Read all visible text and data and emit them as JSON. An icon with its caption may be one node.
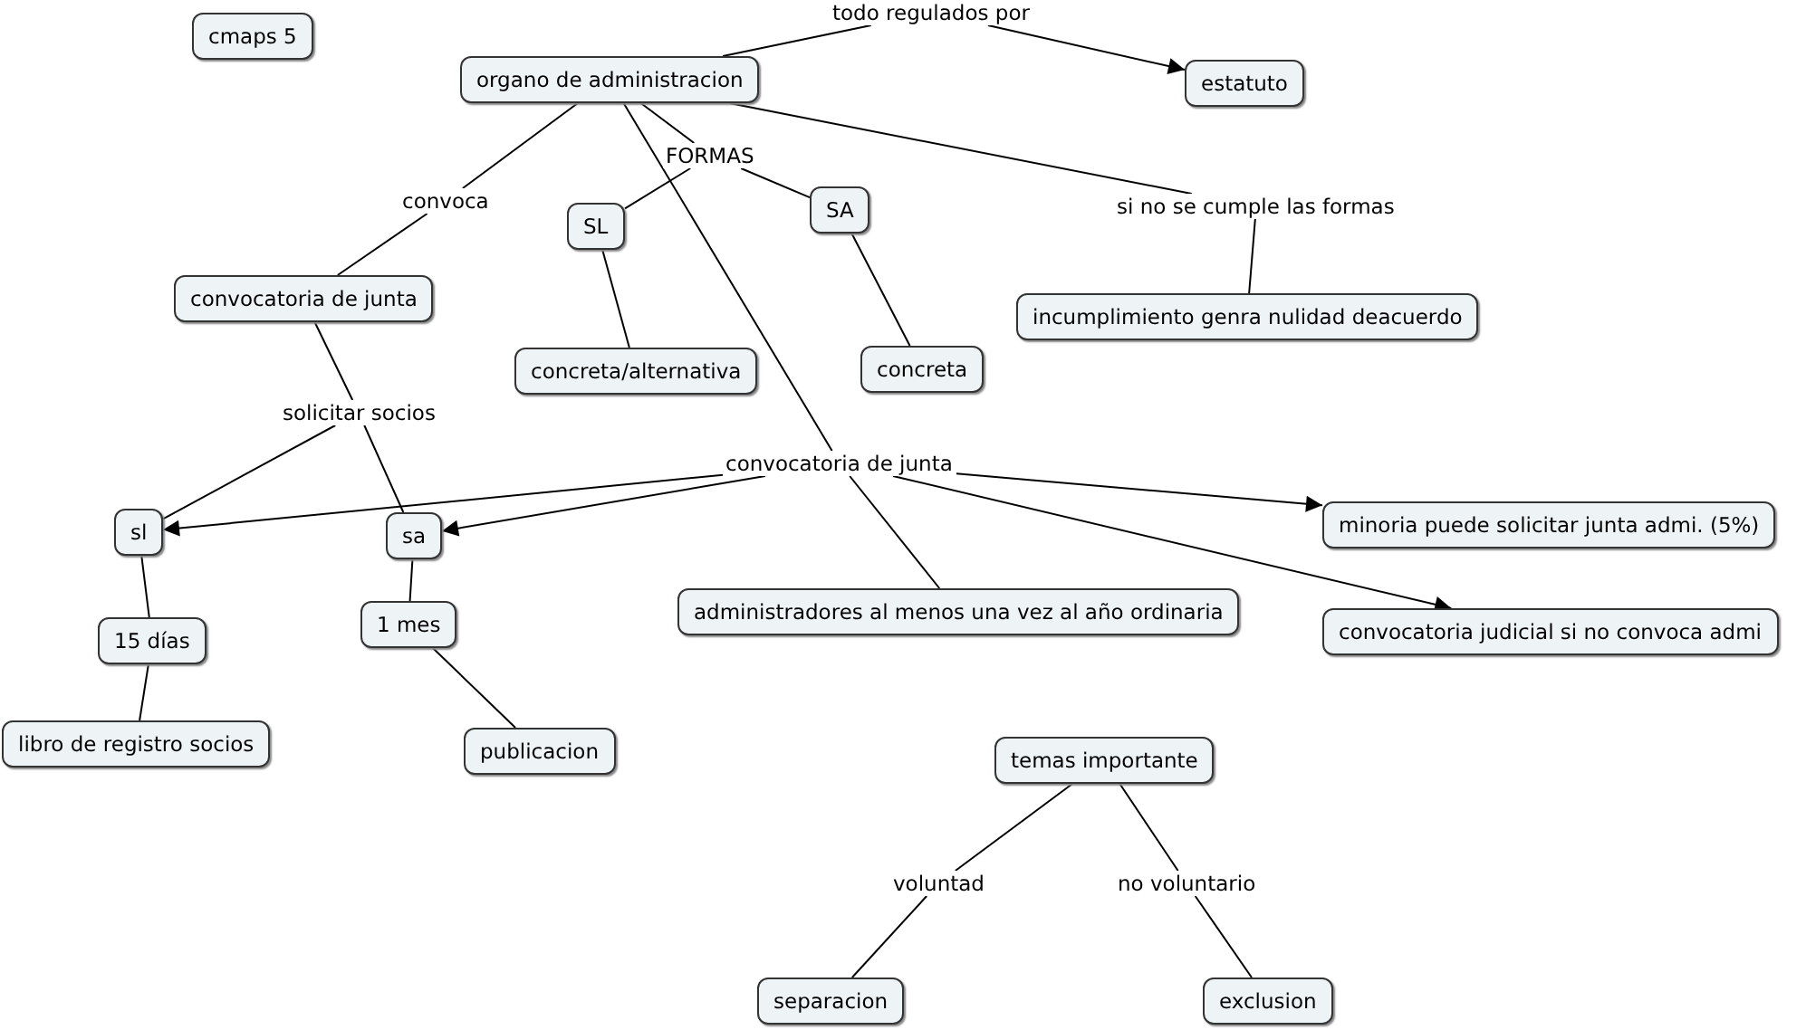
{
  "diagram": {
    "nodes": [
      {
        "text": [
          "cmaps 5"
        ]
      },
      {
        "text": [
          "organo de administracion"
        ]
      },
      {
        "text": [
          "estatuto"
        ]
      },
      {
        "text": [
          "convocatoria de junta"
        ]
      },
      {
        "text": [
          "SL"
        ]
      },
      {
        "text": [
          "SA"
        ]
      },
      {
        "text": [
          "concreta/alternativa"
        ]
      },
      {
        "text": [
          "concreta"
        ]
      },
      {
        "text": [
          "incumplimiento genra nulidad deacuerdo"
        ]
      },
      {
        "text": [
          "sl"
        ]
      },
      {
        "text": [
          "sa"
        ]
      },
      {
        "text": [
          "minoria puede solicitar junta admi. (5%)"
        ]
      },
      {
        "text": [
          "administradores al menos una vez al año ordinaria"
        ]
      },
      {
        "text": [
          "convocatoria judicial si no convoca admi"
        ]
      },
      {
        "text": [
          "15 días"
        ]
      },
      {
        "text": [
          "1 mes"
        ]
      },
      {
        "text": [
          "libro de registro socios"
        ]
      },
      {
        "text": [
          "publicacion"
        ]
      },
      {
        "text": [
          "temas importante"
        ]
      },
      {
        "text": [
          "separacion"
        ]
      },
      {
        "text": [
          "exclusion"
        ]
      },
      {
        "text": [
          "todo regulados por"
        ]
      },
      {
        "text": [
          "FORMAS"
        ]
      },
      {
        "text": [
          "convoca"
        ]
      },
      {
        "text": [
          "si no se cumple las formas"
        ]
      },
      {
        "text": [
          "solicitar socios"
        ]
      },
      {
        "text": [
          "convocatoria de junta"
        ]
      },
      {
        "text": [
          "voluntad"
        ]
      },
      {
        "text": [
          "no voluntario"
        ]
      }
    ],
    "edges": [
      {
        "from": 1,
        "to": 21,
        "arrow": "none"
      },
      {
        "from": 21,
        "to": 2,
        "arrow": "to"
      },
      {
        "from": 1,
        "to": 22,
        "arrow": "none"
      },
      {
        "from": 22,
        "to": 4,
        "arrow": "none"
      },
      {
        "from": 22,
        "to": 5,
        "arrow": "none"
      },
      {
        "from": 1,
        "to": 23,
        "arrow": "none"
      },
      {
        "from": 23,
        "to": 3,
        "arrow": "none"
      },
      {
        "from": 1,
        "to": 24,
        "arrow": "none"
      },
      {
        "from": 24,
        "to": 8,
        "arrow": "none"
      },
      {
        "from": 4,
        "to": 6,
        "arrow": "none"
      },
      {
        "from": 5,
        "to": 7,
        "arrow": "none"
      },
      {
        "from": 3,
        "to": 25,
        "arrow": "none"
      },
      {
        "from": 25,
        "to": 9,
        "arrow": "none"
      },
      {
        "from": 25,
        "to": 10,
        "arrow": "none"
      },
      {
        "from": 1,
        "to": 26,
        "arrow": "none"
      },
      {
        "from": 26,
        "to": 9,
        "arrow": "to"
      },
      {
        "from": 26,
        "to": 10,
        "arrow": "to"
      },
      {
        "from": 26,
        "to": 11,
        "arrow": "to"
      },
      {
        "from": 26,
        "to": 12,
        "arrow": "none"
      },
      {
        "from": 26,
        "to": 13,
        "arrow": "to"
      },
      {
        "from": 9,
        "to": 14,
        "arrow": "none"
      },
      {
        "from": 14,
        "to": 16,
        "arrow": "none"
      },
      {
        "from": 10,
        "to": 15,
        "arrow": "none"
      },
      {
        "from": 15,
        "to": 17,
        "arrow": "none"
      },
      {
        "from": 18,
        "to": 27,
        "arrow": "none"
      },
      {
        "from": 27,
        "to": 19,
        "arrow": "none"
      },
      {
        "from": 18,
        "to": 28,
        "arrow": "none"
      },
      {
        "from": 28,
        "to": 20,
        "arrow": "none"
      }
    ]
  }
}
